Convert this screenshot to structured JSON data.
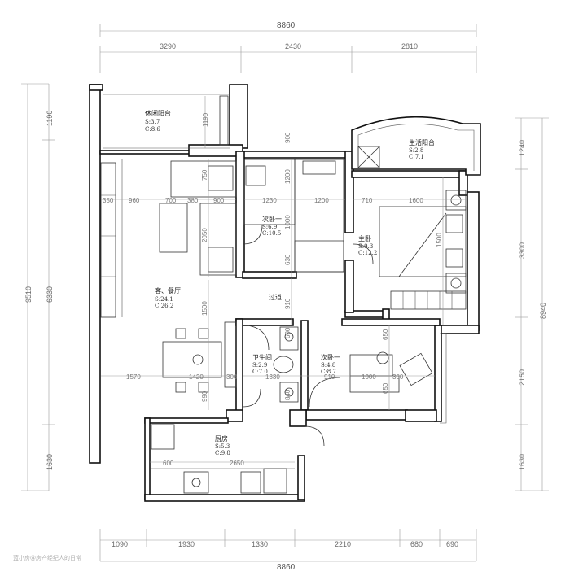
{
  "dimensions": {
    "top_total": "8860",
    "top_segments": [
      "3290",
      "2430",
      "2810"
    ],
    "bottom_total": "8860",
    "bottom_segments": [
      "1090",
      "1930",
      "1330",
      "2210",
      "680",
      "690"
    ],
    "left_total": "9510",
    "left_segments": [
      "1190",
      "6330",
      "1630"
    ],
    "right_total": "8940",
    "right_segments": [
      "1240",
      "3300",
      "2150",
      "1630"
    ]
  },
  "inner_dimensions": {
    "d350": "350",
    "d960": "960",
    "d700": "700",
    "d380": "380",
    "d900": "900",
    "d1230": "1230",
    "d1200a": "1200",
    "d710": "710",
    "d1600": "1600",
    "d1570": "1570",
    "d1420": "1420",
    "d300a": "300",
    "d1330": "1330",
    "d910a": "910",
    "d1000": "1000",
    "d300b": "300",
    "d600": "600",
    "d2650": "2650",
    "v1190": "1190",
    "v750": "750",
    "v2050": "2050",
    "v1500": "1500",
    "v900": "900",
    "v1200": "1200",
    "v1000": "1000",
    "v630": "630",
    "v910": "910",
    "v600": "600",
    "v650a": "650",
    "v650b": "650",
    "v840": "840",
    "v1500b": "1500",
    "v990": "990"
  },
  "rooms": {
    "leisure_balcony": {
      "name": "休闲阳台",
      "area": "S:3.7",
      "perimeter": "C:8.6"
    },
    "utility_balcony": {
      "name": "生活阳台",
      "area": "S:2.8",
      "perimeter": "C:7.1"
    },
    "second_bedroom_1": {
      "name": "次卧一",
      "area": "S:6.9",
      "perimeter": "C:10.5"
    },
    "master_bedroom": {
      "name": "主卧",
      "area": "S:9.3",
      "perimeter": "C:12.2"
    },
    "living_dining": {
      "name": "客、餐厅",
      "area": "S:24.1",
      "perimeter": "C:26.2"
    },
    "corridor": {
      "name": "过道"
    },
    "bathroom": {
      "name": "卫生间",
      "area": "S:2.9",
      "perimeter": "C:7.0"
    },
    "second_bedroom_2": {
      "name": "次卧一",
      "area": "S:4.8",
      "perimeter": "C:8.7"
    },
    "kitchen": {
      "name": "厨房",
      "area": "S:5.3",
      "perimeter": "C:9.8"
    }
  },
  "watermark": "蓝小房@房产经纪人的日常"
}
